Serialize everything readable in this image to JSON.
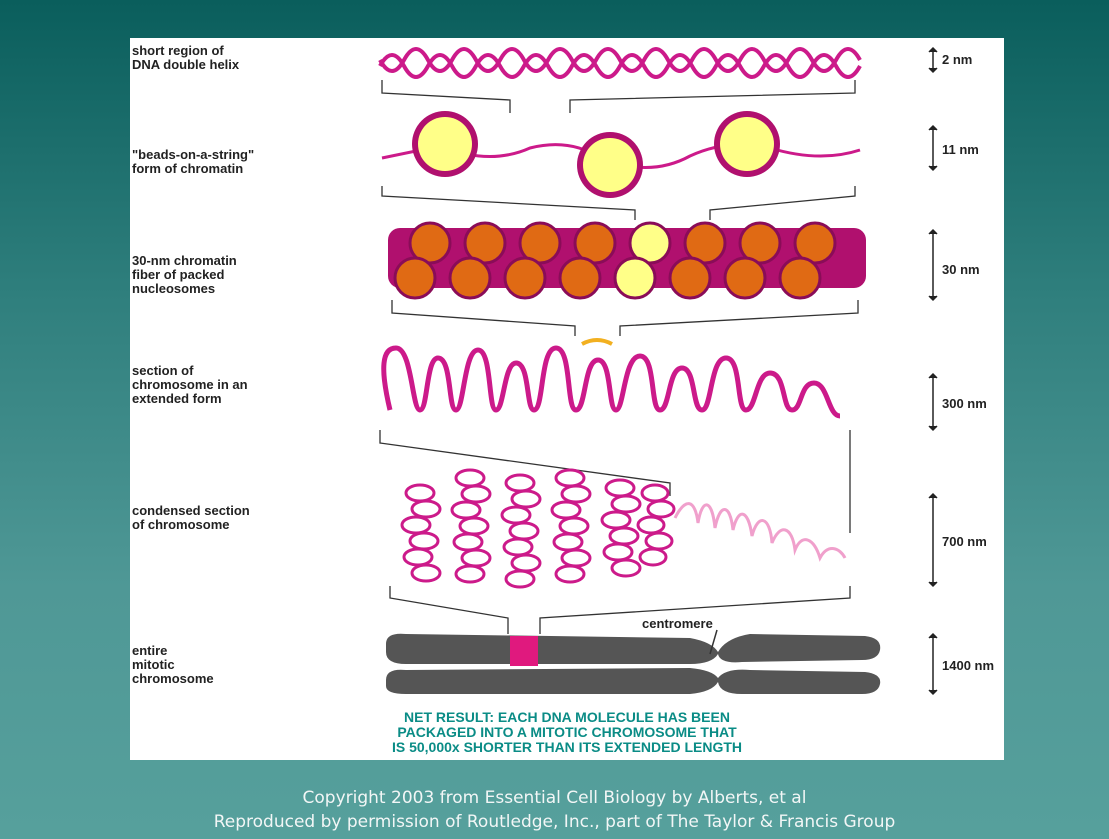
{
  "labels": {
    "dna": "short region of\nDNA double helix",
    "beads": "\"beads-on-a-string\"\nform of chromatin",
    "fiber": "30-nm chromatin\nfiber of packed\nnucleosomes",
    "section": "section of\nchromosome in an\nextended form",
    "condensed": "condensed section\nof chromosome",
    "entire": "entire\nmitotic\nchromosome"
  },
  "scales": {
    "dna": "2 nm",
    "beads": "11 nm",
    "fiber": "30 nm",
    "section": "300 nm",
    "condensed": "700 nm",
    "entire": "1400 nm"
  },
  "centromere": "centromere",
  "net_result": [
    "NET RESULT: EACH DNA MOLECULE HAS BEEN",
    "PACKAGED INTO A MITOTIC CHROMOSOME THAT",
    "IS 50,000x SHORTER THAN ITS EXTENDED LENGTH"
  ],
  "copyright": [
    "Copyright 2003 from Essential Cell Biology by Alberts, et al",
    "Reproduced by permission of Routledge, Inc., part of The Taylor & Francis Group"
  ],
  "colors": {
    "magenta": "#cc1a8a",
    "bead_yellow": "#ffff88",
    "nucleosome_orange": "#e06a14",
    "chromosome_gray": "#555555",
    "net_text": "#0a8c86"
  }
}
